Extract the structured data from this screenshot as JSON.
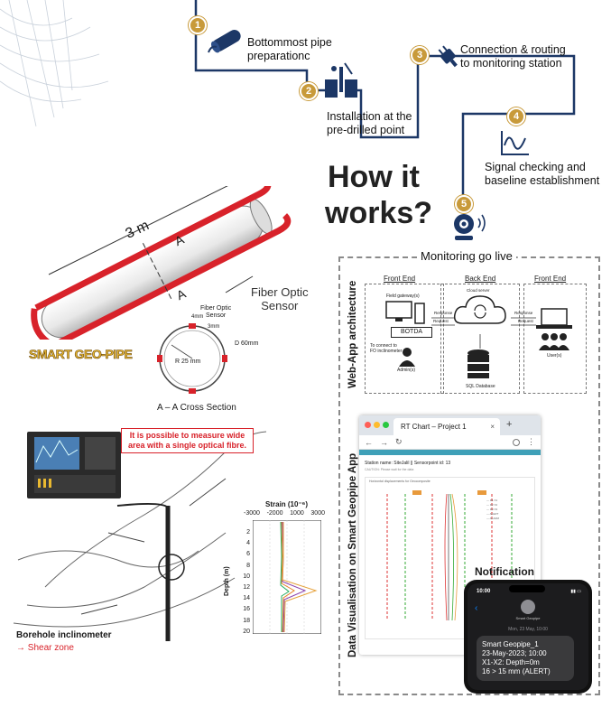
{
  "steps": [
    {
      "num": "1",
      "label_line1": "Bottommost pipe",
      "label_line2": "preparationc"
    },
    {
      "num": "2",
      "label_line1": "Installation at the",
      "label_line2": "pre-drilled point"
    },
    {
      "num": "3",
      "label_line1": "Connection & routing",
      "label_line2": "to monitoring station"
    },
    {
      "num": "4",
      "label_line1": "Signal checking and",
      "label_line2": "baseline establishment"
    },
    {
      "num": "5",
      "label_line1": "",
      "label_line2": ""
    }
  ],
  "title_line1": "How it",
  "title_line2": "works?",
  "monitoring_label": "Monitoring go live",
  "pipe": {
    "length_label": "3 m",
    "section_marker": "A",
    "sensor_label_line1": "Fiber Optic",
    "sensor_label_line2": "Sensor",
    "brand": "SMART GEO-PIPE",
    "cross_section": {
      "top_label_line1": "4mm",
      "sensor_label_line1": "Fiber Optic",
      "sensor_label_line2": "Sensor",
      "gap_label": "3mm",
      "radius_label": "R 25 mm",
      "diameter_label": "D 60mm",
      "caption": "A – A Cross Section"
    }
  },
  "borehole": {
    "callout_line1": "It is possible to measure wide",
    "callout_line2": "area with a single optical fibre.",
    "legend_title": "Borehole inclinometer",
    "legend_item": "Shear zone",
    "strain_title": "Strain (10⁻⁶)",
    "depth_label": "Depth (m)",
    "x_ticks": [
      "-3000",
      "-2000",
      "1000",
      "3000"
    ],
    "y_ticks": [
      "2",
      "4",
      "6",
      "8",
      "10",
      "12",
      "14",
      "16",
      "18",
      "20"
    ]
  },
  "webapp": {
    "side_label": "Web-App architecture",
    "front_end_left": "Front End",
    "back_end": "Back End",
    "front_end_right": "Front End",
    "field_gateways": "Field gateway(s)",
    "botda": "BOTDA",
    "connect_label_line1": "To connect to",
    "connect_label_line2": "FO inclinometer",
    "admin_label": "Admin(s)",
    "cloud_label": "Cloud server",
    "database_label": "SQL Database",
    "users_label": "User(s)",
    "request": "Request",
    "response": "Response"
  },
  "app": {
    "side_label": "Data Visualisation on Smart Geopipe App",
    "tab_title": "RT Chart – Project 1",
    "tab_close": "×",
    "new_tab": "+",
    "station_text": "Station name: SiteJalil || Sensorpoint id: 13",
    "hint_text": "CAUTION: Please wait for the data",
    "chart_title": "Horizontal displacements for Geocomposite"
  },
  "notification": {
    "heading": "Notification",
    "time": "10:00",
    "contact": "Smart Geopipe",
    "date_line": "Mon, 23 May, 10:00",
    "msg_line1": "Smart Geopipe_1",
    "msg_line2": "23-May-2023; 10:00",
    "msg_line3": "X1-X2: Depth=0m",
    "msg_line4": "16 > 15 mm (ALERT)"
  },
  "colors": {
    "navy": "#1c3766",
    "gold": "#c89a3a",
    "pipe_red": "#d8222a"
  }
}
